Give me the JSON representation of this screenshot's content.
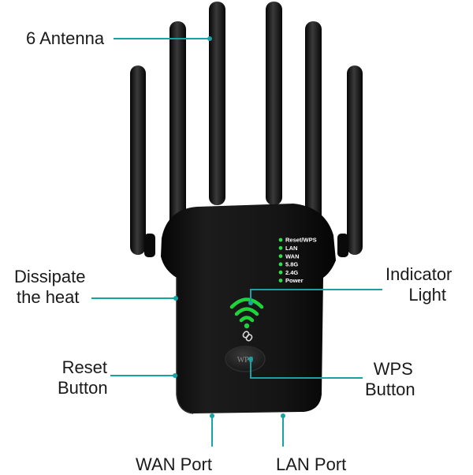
{
  "callouts": {
    "antenna": "6 Antenna",
    "dissipate_line1": "Dissipate",
    "dissipate_line2": "the heat",
    "indicator_line1": "Indicator",
    "indicator_line2": "Light",
    "reset_line1": "Reset",
    "reset_line2": "Button",
    "wps_line1": "WPS",
    "wps_line2": "Button",
    "wan_port": "WAN Port",
    "lan_port": "LAN Port"
  },
  "device": {
    "indicators": [
      "Reset/WPS",
      "LAN",
      "WAN",
      "5.8G",
      "2.4G",
      "Power"
    ],
    "wps_button_label": "WPS",
    "indicator_color": "#2ee04a",
    "wifi_icon_color": "#1fd43a",
    "callout_line_color": "#17a3a3",
    "body_color": "#121212"
  }
}
